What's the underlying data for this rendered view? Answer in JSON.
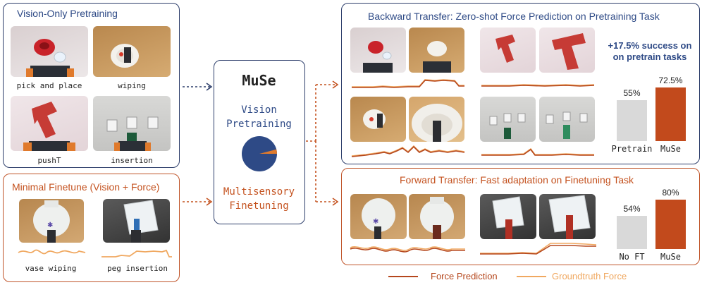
{
  "vision_only": {
    "title": "Vision-Only Pretraining",
    "tasks": [
      "pick and place",
      "wiping",
      "pushT",
      "insertion"
    ]
  },
  "minimal_finetune": {
    "title": "Minimal Finetune (Vision + Force)",
    "tasks": [
      "vase wiping",
      "peg insertion"
    ]
  },
  "muse": {
    "name": "MuSe",
    "stage1": "Vision\nPretraining",
    "stage2": "Multisensory\nFinetuning",
    "pie_fraction_orange": 0.04
  },
  "backward": {
    "title": "Backward Transfer: Zero-shot Force Prediction on Pretraining Task",
    "highlight": "+17.5% success on\non pretrain tasks",
    "bars": [
      {
        "label": "Pretrain",
        "value_text": "55%",
        "value": 55,
        "color": "#d9d9d9"
      },
      {
        "label": "MuSe",
        "value_text": "72.5%",
        "value": 72.5,
        "color": "#c24a1c"
      }
    ]
  },
  "forward": {
    "title": "Forward Transfer: Fast adaptation on Finetuning Task",
    "bars": [
      {
        "label": "No FT",
        "value_text": "54%",
        "value": 54,
        "color": "#d9d9d9"
      },
      {
        "label": "MuSe",
        "value_text": "80%",
        "value": 80,
        "color": "#c24a1c"
      }
    ]
  },
  "legend": {
    "force_prediction": "Force Prediction",
    "groundtruth": "Groundtruth Force",
    "force_color": "#b5471d",
    "gt_color": "#f0a860"
  }
}
